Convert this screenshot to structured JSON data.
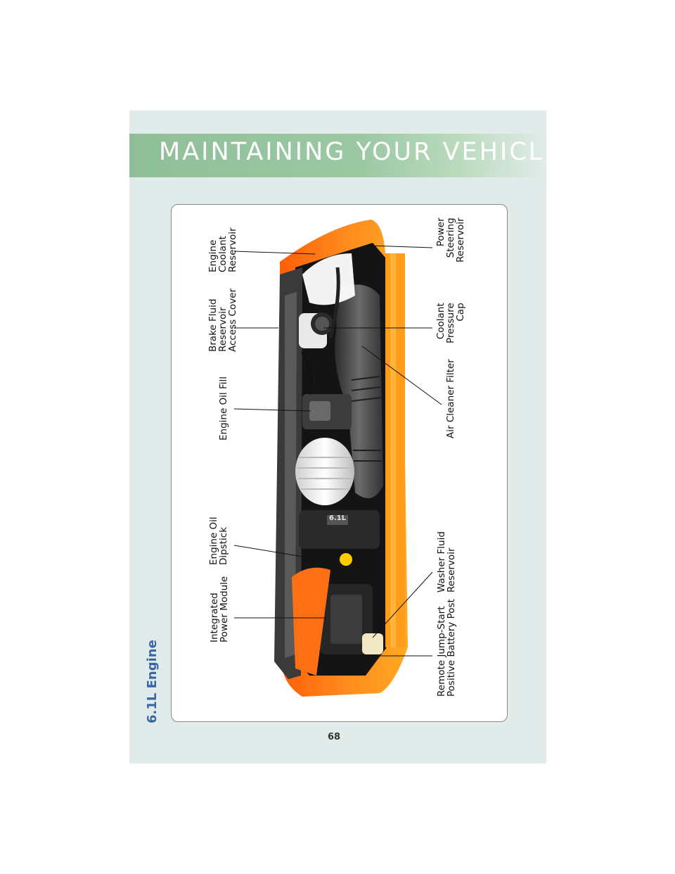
{
  "header": {
    "title": "MAINTAINING YOUR VEHICLE"
  },
  "section_title": "6.1L Engine",
  "labels": {
    "engine_coolant_reservoir": [
      "Engine",
      "Coolant",
      "Reservoir"
    ],
    "power_steering_reservoir": [
      "Power",
      "Steering",
      "Reservoir"
    ],
    "brake_fluid_reservoir": [
      "Brake Fluid",
      "Reservoir",
      "Access Cover"
    ],
    "coolant_pressure_cap": [
      "Coolant",
      "Pressure",
      "Cap"
    ],
    "engine_oil_fill": "Engine Oil Fill",
    "air_cleaner_filter": "Air Cleaner Filter",
    "engine_oil_dipstick": [
      "Engine Oil",
      "Dipstick"
    ],
    "washer_fluid_reservoir": [
      "Washer Fluid",
      "Reservoir"
    ],
    "integrated_power_module": [
      "Integrated",
      "Power Module"
    ],
    "remote_jump_start": [
      "Remote Jump-Start",
      "Positive Battery Post"
    ]
  },
  "engine_badge": "6.1L",
  "page_number": "68",
  "colors": {
    "header_green": "#8fbf99",
    "panel": "#e1ecea",
    "title_blue": "#3b66a6",
    "car_orange": "#ff6a10"
  }
}
